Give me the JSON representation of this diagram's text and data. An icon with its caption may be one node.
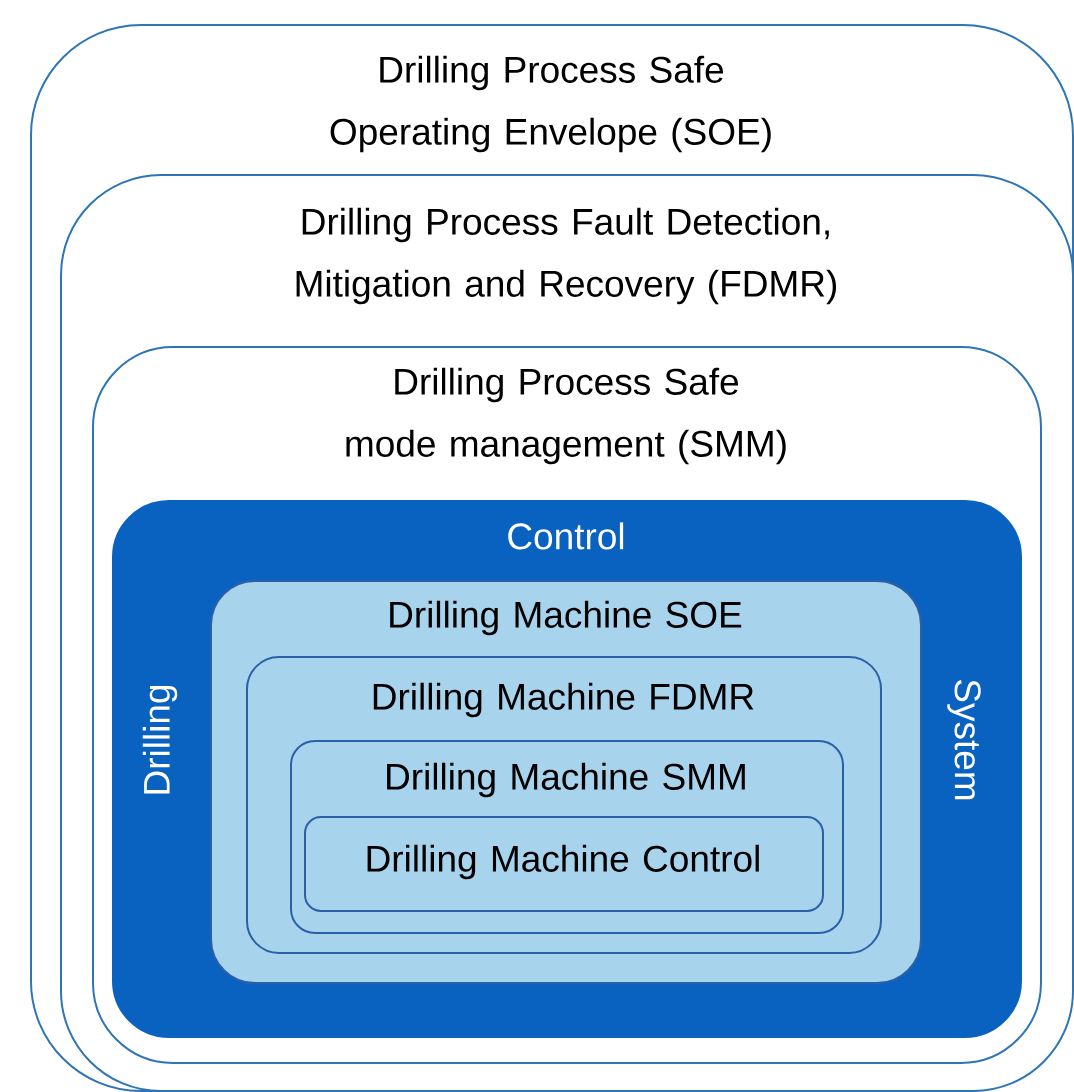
{
  "diagram": {
    "nodes": [
      {
        "text": [
          "Drilling Process Safe Operating Envelope (SOE)"
        ]
      },
      {
        "text": [
          "Drilling Process Fault Detection, Mitigation and Recovery (FDMR)"
        ],
        "in": 0
      },
      {
        "text": [
          "Drilling Process Safe mode management (SMM)"
        ],
        "in": 1
      },
      {
        "text": [
          "Control",
          "Drilling",
          "System"
        ],
        "in": 2
      },
      {
        "text": [
          "Drilling Machine SOE"
        ],
        "in": 3
      },
      {
        "text": [
          "Drilling Machine FDMR"
        ],
        "in": 4
      },
      {
        "text": [
          "Drilling Machine SMM"
        ],
        "in": 5
      },
      {
        "text": [
          "Drilling Machine Control"
        ],
        "in": 6
      }
    ]
  }
}
